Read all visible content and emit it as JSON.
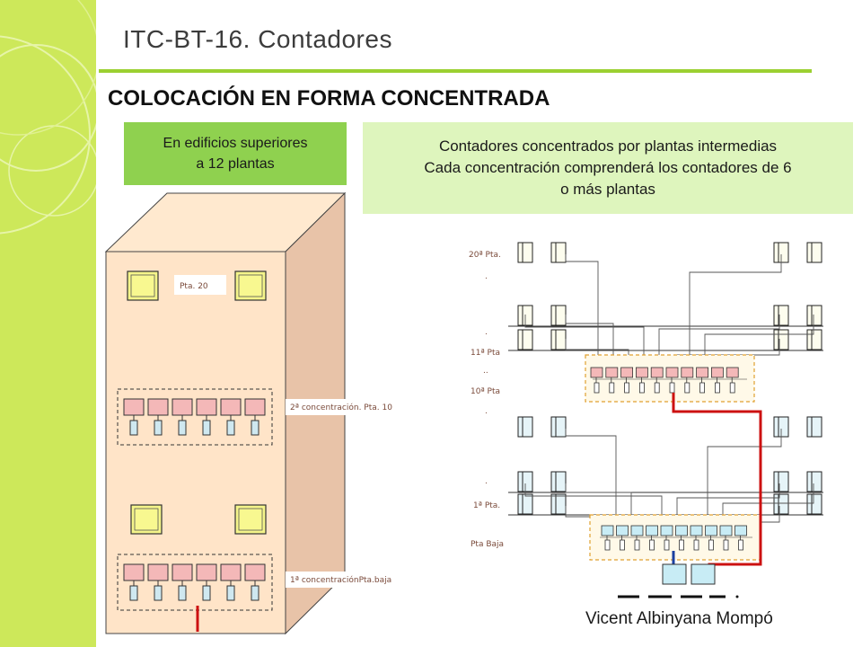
{
  "header": {
    "title": "ITC-BT-16. Contadores"
  },
  "section": {
    "title": "COLOCACIÓN EN FORMA CONCENTRADA"
  },
  "box_left": {
    "line1": "En edificios superiores",
    "line2": "a 12 plantas"
  },
  "box_right": {
    "line1": "Contadores concentrados por plantas intermedias",
    "line2": "Cada concentración comprenderá los contadores de 6",
    "line3": "o más plantas"
  },
  "building": {
    "floor_label": "Pta. 20",
    "concentration_2": "2ª concentración. Pta. 10",
    "concentration_1": "1ª concentraciónPta.baja"
  },
  "schematic": {
    "floor_20": "20ª Pta.",
    "floor_11": "11ª Pta",
    "floor_10": "10ª Pta",
    "floor_1": "1ª Pta.",
    "floor_ground": "Pta Baja",
    "dot": ".",
    "dots": ".."
  },
  "author": "Vicent  Albinyana Mompó",
  "colors": {
    "sidebar": "#cde85a",
    "rule": "#9bd031",
    "box_left": "#8fd14f",
    "box_right": "#def5bd",
    "building": "#ffe6cc",
    "feed_line": "#cc1111",
    "neutral_line": "#1a3fa0"
  }
}
